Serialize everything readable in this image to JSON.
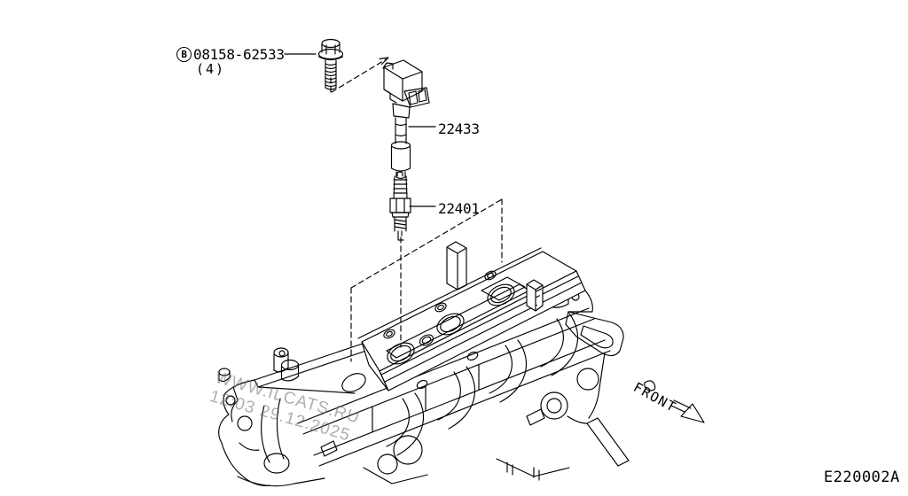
{
  "diagram": {
    "code": "E220002A",
    "front_label": "FRONT",
    "watermark": {
      "line1": "WWW.ILCATS.RU",
      "line2": "12:03 29.12.2025"
    },
    "labels": {
      "bolt": {
        "prefix": "B",
        "part_number": "08158-62533",
        "quantity": "(4)"
      },
      "ignition_coil": {
        "part_number": "22433"
      },
      "spark_plug": {
        "part_number": "22401"
      }
    },
    "colors": {
      "line": "#000000",
      "watermark": "#8a8a8a",
      "background": "#ffffff"
    },
    "icons": {
      "front_arrow": "↘"
    }
  }
}
